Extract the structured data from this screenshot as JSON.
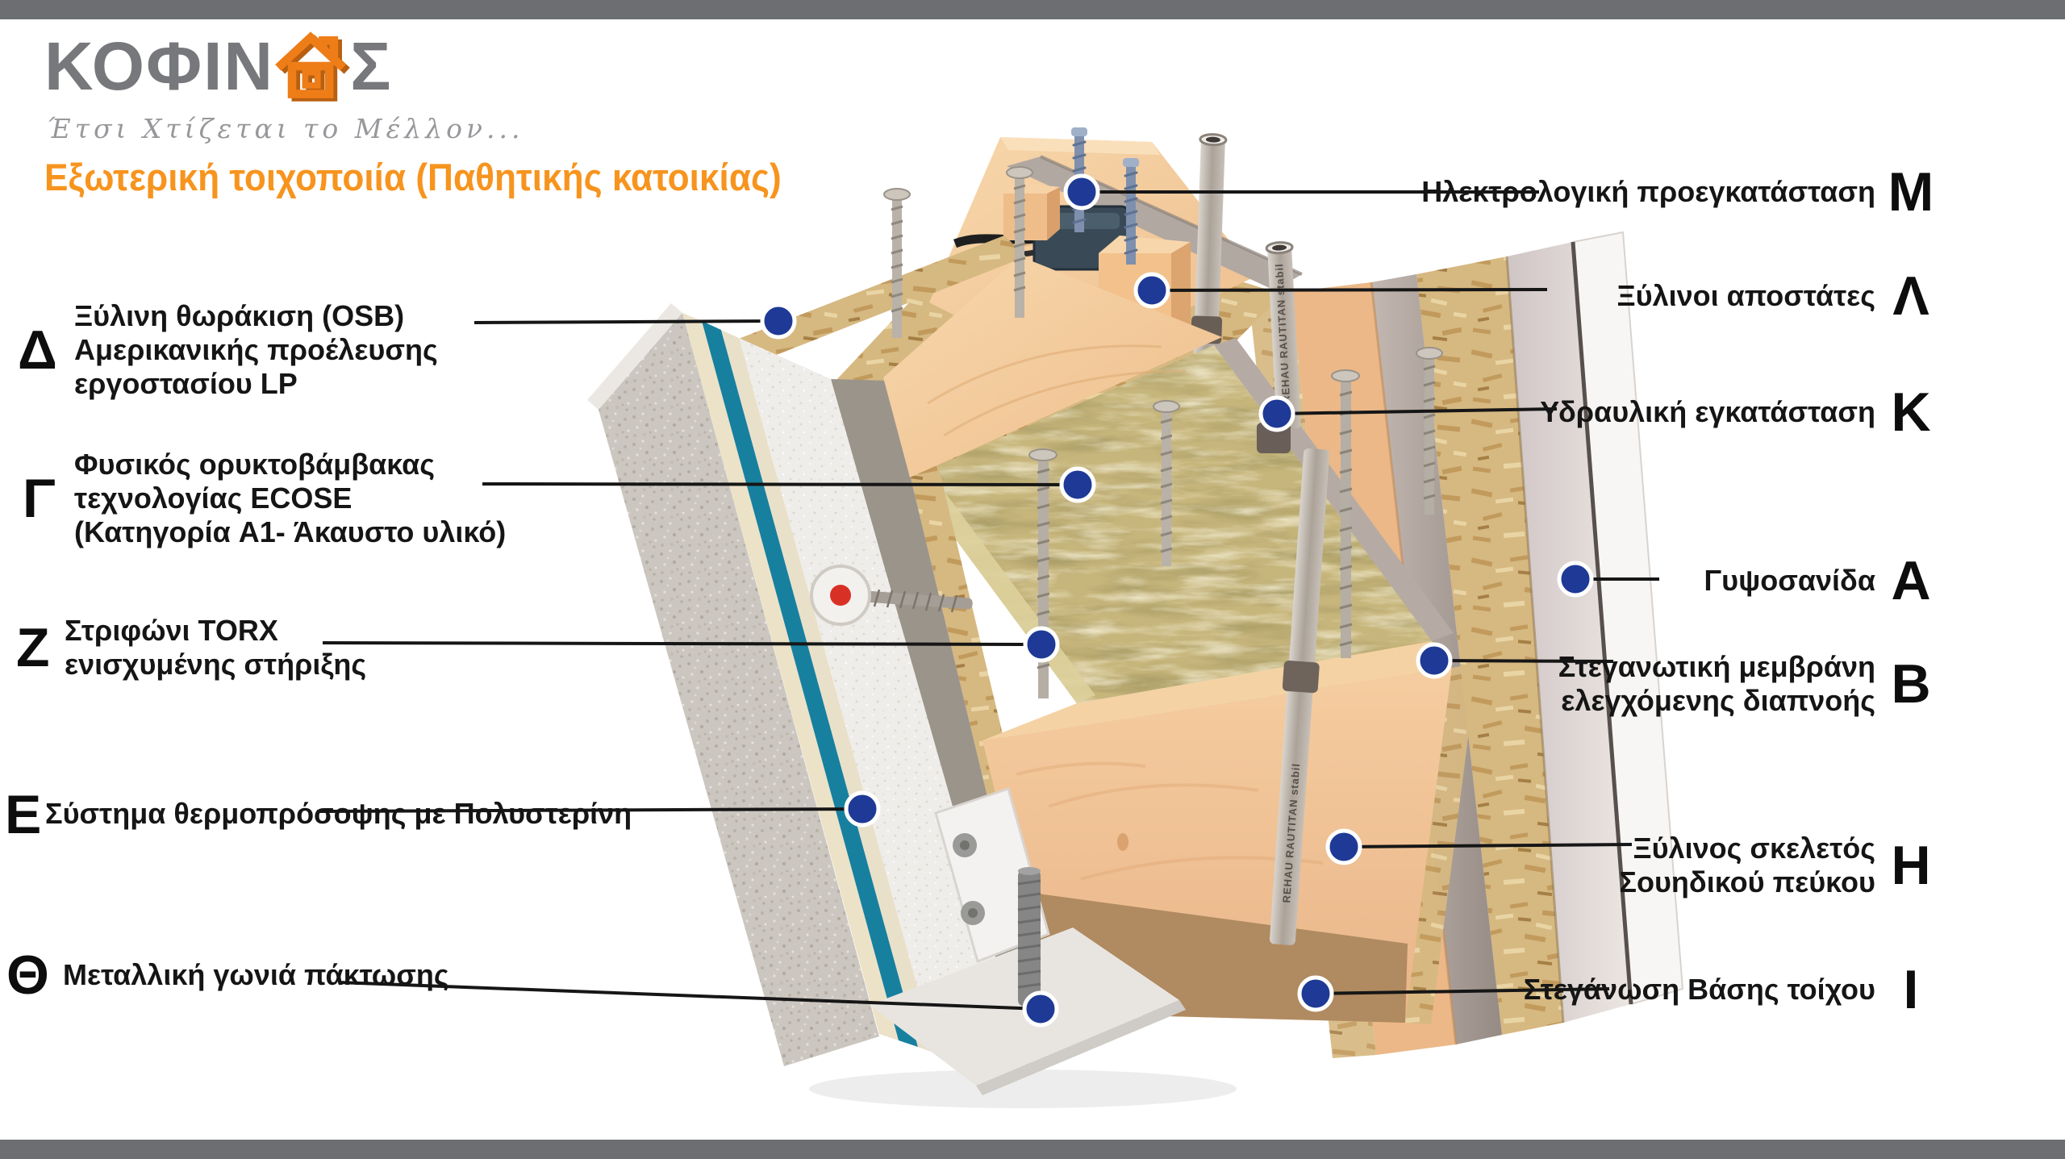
{
  "page": {
    "background": "#ffffff",
    "bar_color": "#6d6e71"
  },
  "header": {
    "logo_left": "ΚΟΦΙΝ",
    "logo_right": "Σ",
    "logo_color": "#77787b",
    "house_icon_color": "#ee7d18",
    "tagline": "Έτσι Χτίζεται το Μέλλον...",
    "title": "Εξωτερική τοιχοποιία (Παθητικής κατοικίας)",
    "title_color": "#f7941e"
  },
  "labels_left": [
    {
      "letter": "Δ",
      "lines": [
        "Ξύλινη θωράκιση (OSB)",
        "Αμερικανικής προέλευσης",
        "εργοστασίου LP"
      ]
    },
    {
      "letter": "Γ",
      "lines": [
        "Φυσικός ορυκτοβάμβακας",
        "τεχνολογίας ECOSE",
        "(Κατηγορία A1- Άκαυστο υλικό)"
      ]
    },
    {
      "letter": "Z",
      "lines": [
        "Στριφώνι TORX",
        "ενισχυμένης στήριξης"
      ]
    },
    {
      "letter": "E",
      "lines": [
        "Σύστημα θερμοπρόσοψης  με Πολυστερίνη"
      ]
    },
    {
      "letter": "Θ",
      "lines": [
        "Μεταλλική γωνιά πάκτωσης"
      ]
    }
  ],
  "labels_right": [
    {
      "letter": "M",
      "lines": [
        "Ηλεκτρολογική προεγκατάσταση"
      ]
    },
    {
      "letter": "Λ",
      "lines": [
        "Ξύλινοι αποστάτες"
      ]
    },
    {
      "letter": "K",
      "lines": [
        "Υδραυλική εγκατάσταση"
      ]
    },
    {
      "letter": "A",
      "lines": [
        "Γυψοσανίδα"
      ]
    },
    {
      "letter": "B",
      "lines": [
        "Στεγανωτική μεμβράνη",
        "ελεγχόμενης διαπνοής"
      ]
    },
    {
      "letter": "H",
      "lines": [
        "Ξύλινος σκελετός",
        "Σουηδικού πεύκου"
      ]
    },
    {
      "letter": "I",
      "lines": [
        "Στεγάνωση Βάσης τοίχου"
      ]
    }
  ],
  "pipes": {
    "label": "REHAU RAUTITAN stabil"
  },
  "colors": {
    "marker_dot": "#1e3a96",
    "leader_line": "#161616",
    "teal_layer": "#17809f",
    "stucco": "#cbc6bf",
    "mineral_wool": "#c7b67c",
    "pine": "#f2c695",
    "membrane": "#a89c96",
    "gypsum": "#e9e2df"
  }
}
